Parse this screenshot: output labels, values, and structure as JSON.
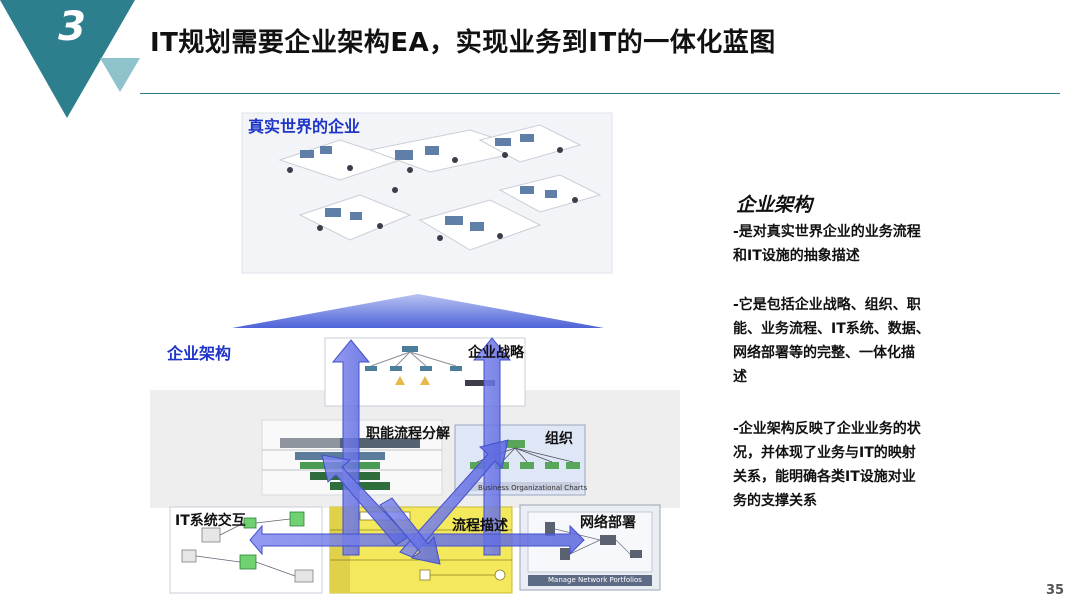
{
  "header": {
    "section_number": "3",
    "title": "IT规划需要企业架构EA，实现业务到IT的一体化蓝图"
  },
  "diagram": {
    "real_world_label": "真实世界的企业",
    "ea_label": "企业架构",
    "strategy_label": "企业战略",
    "function_process_label": "职能流程分解",
    "organization_label": "组织",
    "it_interaction_label": "IT系统交互",
    "process_label": "流程描述",
    "network_label": "网络部署",
    "org_chart_caption": "Business Organizational Charts",
    "network_caption": "Manage Network Portfolios"
  },
  "panel": {
    "heading": "企业架构",
    "bullets": [
      {
        "lines": [
          "-是对真实世界企业的业务流程",
          "和IT设施的抽象描述"
        ]
      },
      {
        "lines": [
          "-它是包括企业战略、组织、职",
          "能、业务流程、IT系统、数据、",
          "网络部署等的完整、一体化描",
          "述"
        ]
      },
      {
        "lines": [
          "-企业架构反映了企业业务的状",
          "况，并体现了业务与IT的映射",
          "关系，能明确各类IT设施对业",
          "务的支撑关系"
        ]
      }
    ]
  },
  "footer": {
    "page_number": "35"
  },
  "colors": {
    "teal": "#2d7f8e",
    "teal_light": "#8fc3cc",
    "arrow": "#6f78e6",
    "label_blue": "#1f35c7"
  }
}
